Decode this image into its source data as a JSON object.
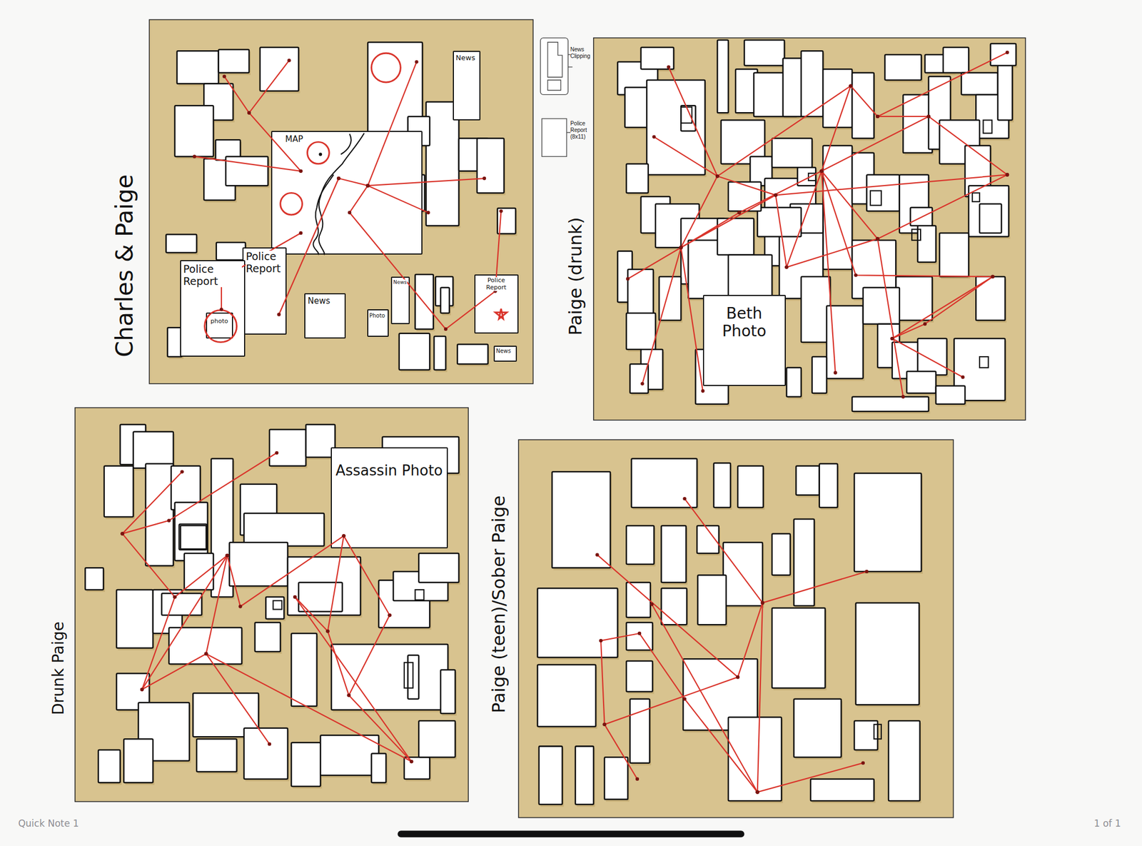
{
  "diagram": {
    "nodes": [
      {
        "text": [
          "News"
        ]
      },
      {
        "text": [
          "MAP"
        ]
      },
      {
        "text": [
          "Police Report"
        ]
      },
      {
        "text": [
          "Police Report"
        ]
      },
      {
        "text": [
          "photo"
        ],
        "in": 3
      },
      {
        "text": [
          "News"
        ]
      },
      {
        "text": [
          "Photo"
        ]
      },
      {
        "text": [
          "News"
        ]
      },
      {
        "text": [
          "Police Report"
        ]
      },
      {
        "text": [
          "News"
        ]
      },
      {
        "text": [
          "Beth Photo"
        ]
      },
      {
        "text": [
          "Assassin Photo"
        ]
      }
    ],
    "edges": [
      {
        "from": 1,
        "to": 3,
        "arrow": "none"
      },
      {
        "from": 1,
        "to": 2,
        "arrow": "none"
      }
    ],
    "labels": [
      "Charles & Paige",
      "Paige (drunk)",
      "Drunk Paige",
      "Paige (teen)/Sober Paige",
      "Quick Note 1",
      "1 of 1"
    ],
    "legend": [
      {
        "text": "News Clipping"
      },
      {
        "text": "Police Report (8x11)"
      }
    ]
  }
}
